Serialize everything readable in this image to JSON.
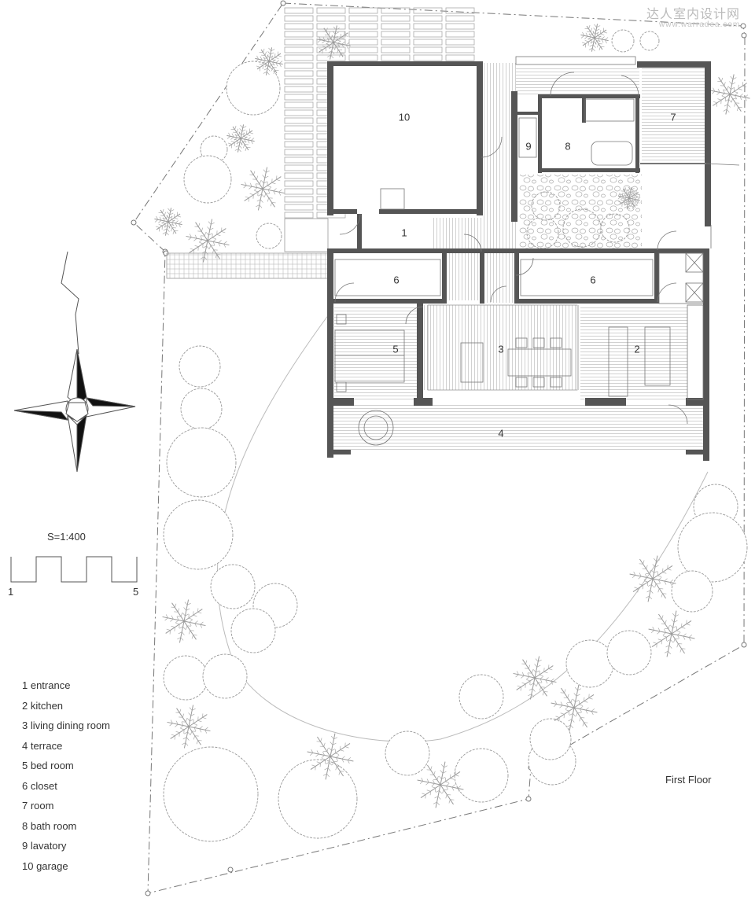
{
  "watermark": {
    "text": "达人室内设计网",
    "url": "www.warradea.com"
  },
  "floor_title": "First Floor",
  "scale": {
    "label": "S=1:400",
    "min": "1",
    "max": "5"
  },
  "legend": [
    "1 entrance",
    "2 kitchen",
    "3 living dining room",
    "4 terrace",
    "5 bed room",
    "6 closet",
    "7 room",
    "8 bath room",
    "9 lavatory",
    "10 garage"
  ],
  "room_numbers": {
    "entrance": "1",
    "kitchen": "2",
    "living": "3",
    "terrace": "4",
    "bedroom": "5",
    "closet_left": "6",
    "closet_right": "6",
    "room": "7",
    "bath": "8",
    "lavatory": "9",
    "garage": "10"
  },
  "colors": {
    "wall": "#555555",
    "line": "#888888",
    "tree": "#9a9a9a",
    "text": "#333333"
  }
}
